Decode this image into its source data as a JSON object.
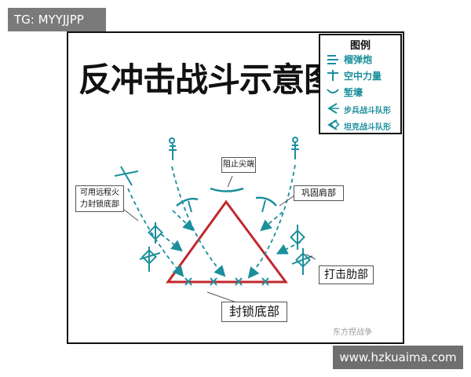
{
  "watermark_top": "TG: MYYJJPP",
  "watermark_bottom": "www.hzkuaima.com",
  "source_mark": "东方捏战争",
  "title": "反冲击战斗示意图",
  "legend": {
    "title": "图例",
    "items": [
      {
        "icon": "howitzer-icon",
        "label": "榴弹炮"
      },
      {
        "icon": "airborne-icon",
        "label": "空中力量"
      },
      {
        "icon": "trench-icon",
        "label": "堑壕"
      },
      {
        "icon": "infantry-formation-icon",
        "label": "步兵战斗队形"
      },
      {
        "icon": "tank-formation-icon",
        "label": "坦克战斗队形"
      }
    ]
  },
  "labels": {
    "apex": "阻止尖端",
    "shoulder": "巩固肩部",
    "base_left": "可用远程火力封锁底部",
    "flank": "打击肋部",
    "base": "封锁底部"
  },
  "colors": {
    "triangle": "#c0282d",
    "symbols": "#1b8f9c",
    "text": "#111111"
  }
}
